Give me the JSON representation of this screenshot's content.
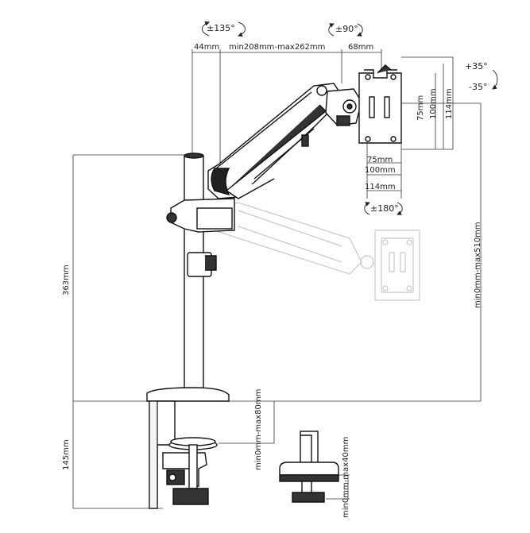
{
  "rotations": {
    "arm_swivel": "±135°",
    "head_swivel": "±90°",
    "tilt_up": "+35°",
    "tilt_down": "-35°",
    "monitor_rotation": "±180°"
  },
  "dimensions": {
    "pole_offset": "44mm",
    "arm_reach": "min208mm-max262mm",
    "head_depth": "68mm",
    "vesa_75_v": "75mm",
    "vesa_100_v": "100mm",
    "plate_114_v": "114mm",
    "vesa_75_h": "75mm",
    "vesa_100_h": "100mm",
    "plate_114_h": "114mm",
    "height_range": "min0mm-max510mm",
    "pole_height": "363mm",
    "clamp_height": "145mm",
    "clamp_range": "min0mm-max80mm",
    "grommet_range": "min0mm-max40mm"
  }
}
